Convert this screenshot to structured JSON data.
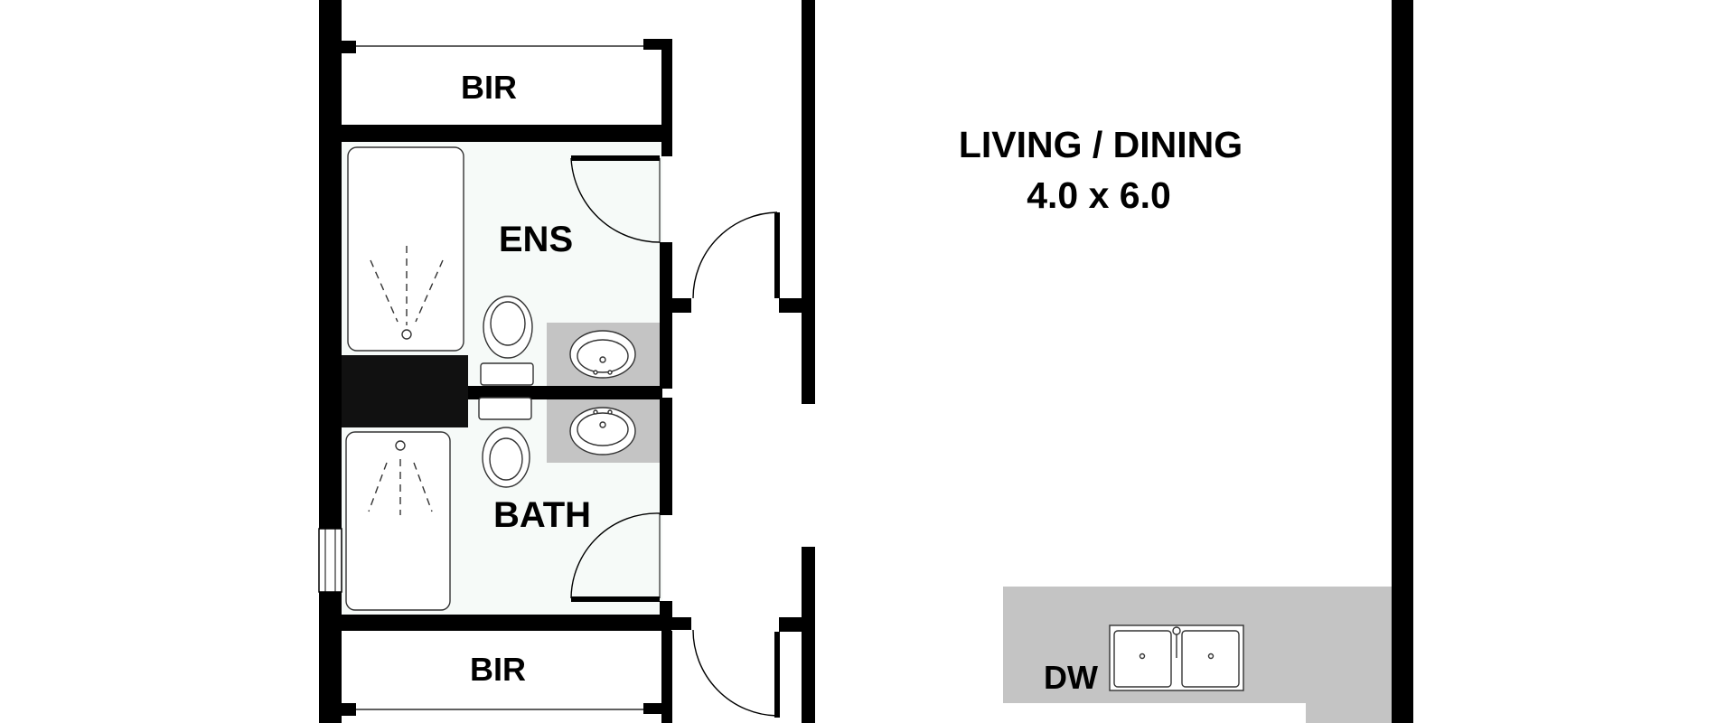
{
  "rooms": {
    "bir_top": "BIR",
    "ens": "ENS",
    "bath": "BATH",
    "bir_bottom": "BIR",
    "living_name": "LIVING / DINING",
    "living_size": "4.0 x 6.0",
    "dw": "DW"
  },
  "colors": {
    "wall": "#000000",
    "wet_area_floor": "#f6faf8",
    "benchtop": "#c4c4c4",
    "shaft": "#111111",
    "fixture_stroke": "#333333"
  }
}
